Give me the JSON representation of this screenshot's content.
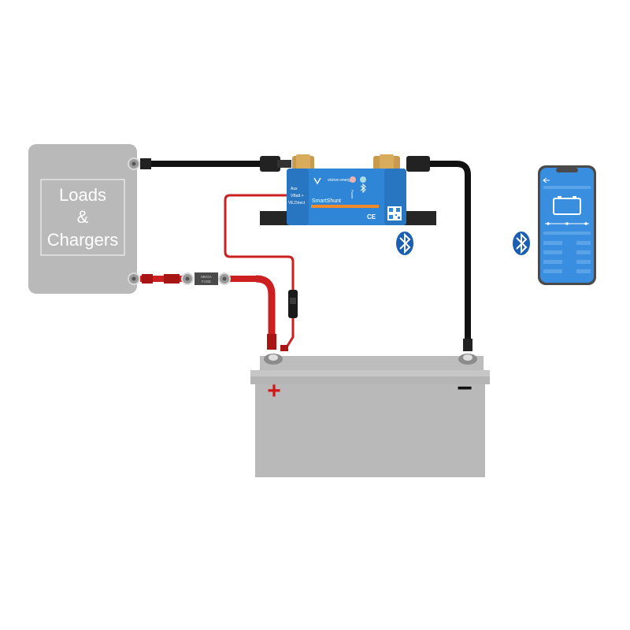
{
  "loads_box": {
    "line1": "Loads",
    "line2": "&",
    "line3": "Chargers"
  },
  "shunt": {
    "brand": "victron energy",
    "model": "SmartShunt",
    "led_label": "Power",
    "ce_mark": "CE",
    "terminal_aux": "Aux",
    "terminal_vbatt": "VBatt +",
    "terminal_vedirect": "VE.Direct"
  },
  "fuse": {
    "label_line1": "MEGA",
    "label_line2": "FUSE"
  },
  "battery": {
    "plus_symbol": "+",
    "minus_symbol": "−"
  },
  "colors": {
    "positive_cable": "#cc1f1f",
    "negative_cable": "#111111",
    "shunt_blue": "#2f86d6",
    "bluetooth_blue": "#1b5fb5",
    "box_grey": "#b7b7b7"
  },
  "icons": [
    "bluetooth-icon",
    "bluetooth-icon",
    "qr-code-icon",
    "battery-icon",
    "back-arrow-icon"
  ]
}
